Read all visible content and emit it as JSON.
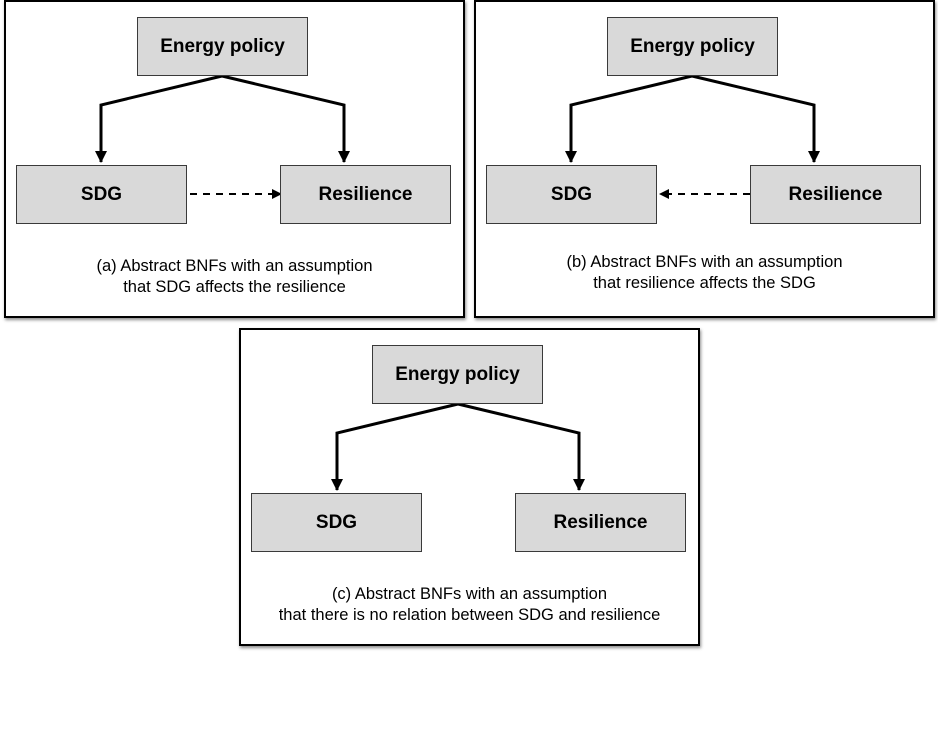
{
  "colors": {
    "node_fill": "#d9d9d9",
    "node_border": "#3a3a3a",
    "edge": "#000000",
    "panel_border": "#000000"
  },
  "panels": [
    {
      "nodes": {
        "top": "Energy policy",
        "left": "SDG",
        "right": "Resilience"
      },
      "relation": "SDG → Resilience (dashed)",
      "caption_line1": "(a) Abstract BNFs with an assumption",
      "caption_line2": "that SDG affects the resilience"
    },
    {
      "nodes": {
        "top": "Energy policy",
        "left": "SDG",
        "right": "Resilience"
      },
      "relation": "Resilience → SDG (dashed)",
      "caption_line1": "(b) Abstract BNFs with an assumption",
      "caption_line2": "that resilience affects the SDG"
    },
    {
      "nodes": {
        "top": "Energy policy",
        "left": "SDG",
        "right": "Resilience"
      },
      "relation": "none",
      "caption_line1": "(c) Abstract BNFs with an assumption",
      "caption_line2": "that there is no relation between SDG and resilience"
    }
  ]
}
